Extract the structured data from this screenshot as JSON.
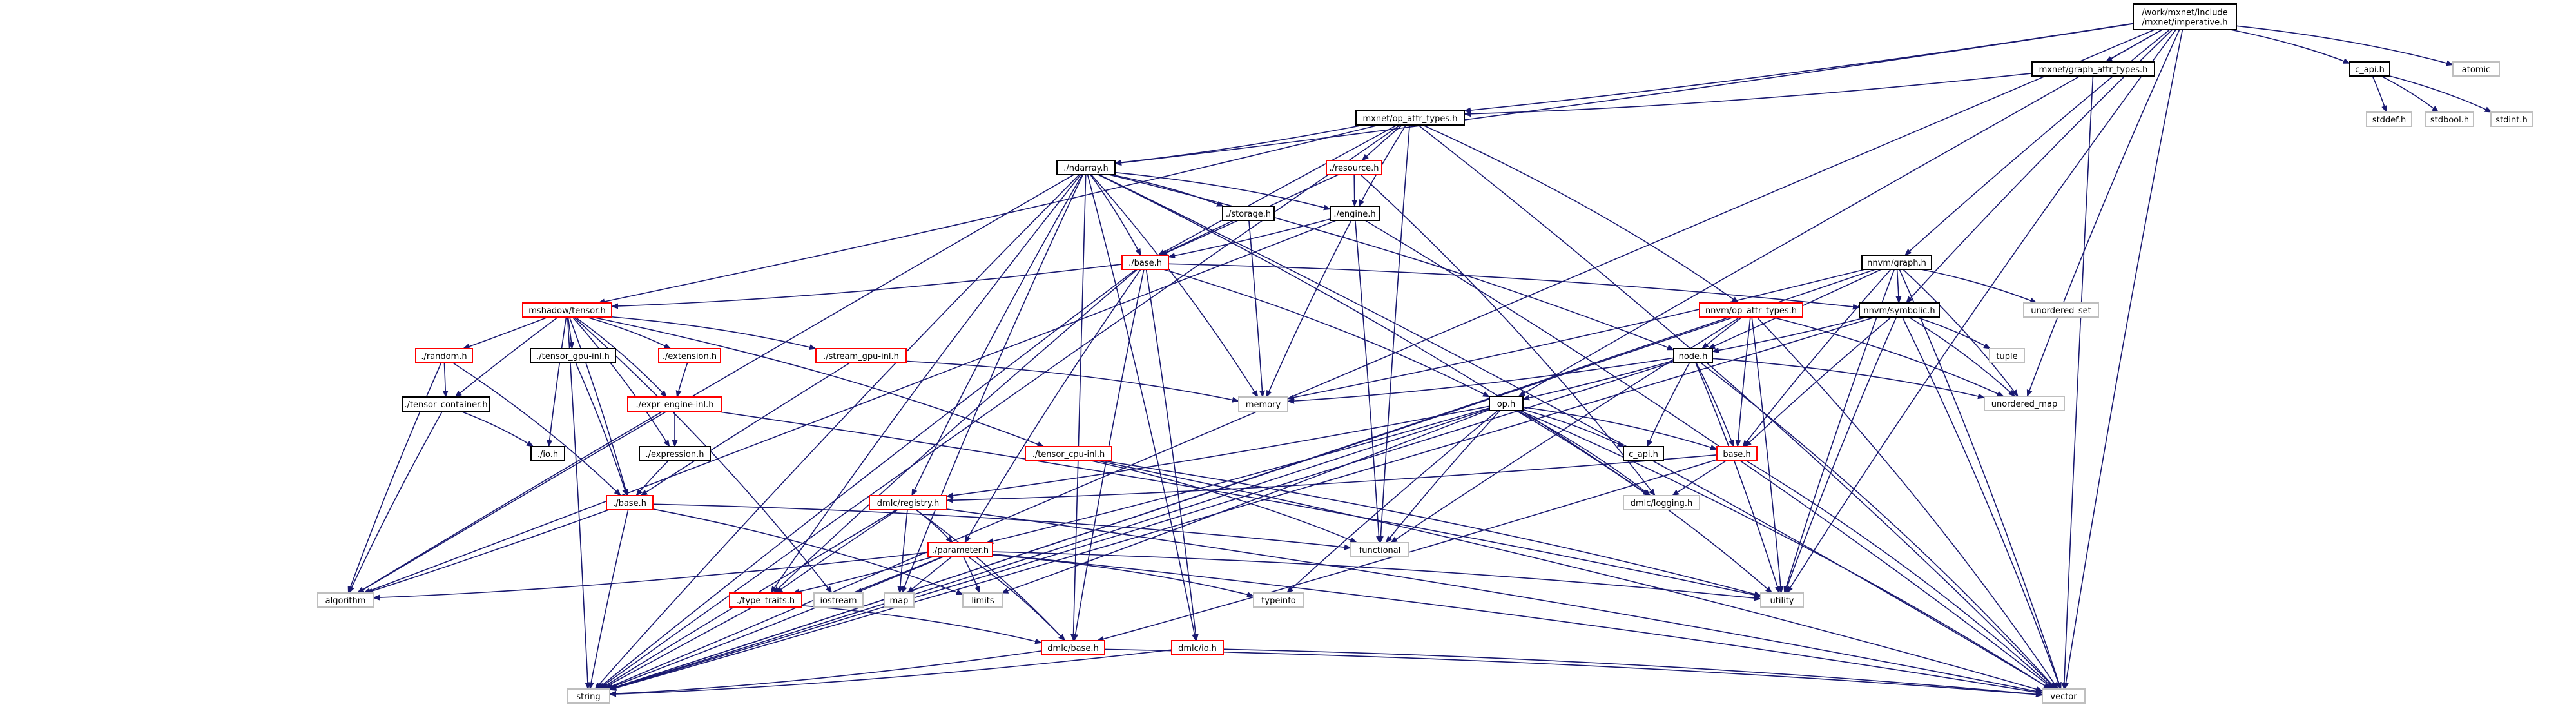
{
  "colors": {
    "edge": "#191970",
    "border_normal": "#000000",
    "border_truncated": "#ff0000",
    "border_external": "#bfbfbf",
    "root_fill": "#bfbfbf"
  },
  "nodes": [
    {
      "id": "imperative",
      "label": "/work/mxnet/include\n/mxnet/imperative.h",
      "kind": "root"
    },
    {
      "id": "graph_attr",
      "label": "mxnet/graph_attr_types.h",
      "kind": "normal"
    },
    {
      "id": "c_api_top",
      "label": "c_api.h",
      "kind": "normal"
    },
    {
      "id": "atomic",
      "label": "atomic",
      "kind": "external"
    },
    {
      "id": "stddef",
      "label": "stddef.h",
      "kind": "external"
    },
    {
      "id": "stdbool",
      "label": "stdbool.h",
      "kind": "external"
    },
    {
      "id": "stdint",
      "label": "stdint.h",
      "kind": "external"
    },
    {
      "id": "mx_op_attr",
      "label": "mxnet/op_attr_types.h",
      "kind": "normal"
    },
    {
      "id": "ndarray",
      "label": "./ndarray.h",
      "kind": "normal"
    },
    {
      "id": "resource",
      "label": "./resource.h",
      "kind": "truncated"
    },
    {
      "id": "storage",
      "label": "./storage.h",
      "kind": "normal"
    },
    {
      "id": "engine",
      "label": "./engine.h",
      "kind": "normal"
    },
    {
      "id": "base_top",
      "label": "./base.h",
      "kind": "truncated"
    },
    {
      "id": "nnvm_graph",
      "label": "nnvm/graph.h",
      "kind": "normal"
    },
    {
      "id": "nnvm_symbolic",
      "label": "nnvm/symbolic.h",
      "kind": "normal"
    },
    {
      "id": "nnvm_op_attr",
      "label": "nnvm/op_attr_types.h",
      "kind": "truncated"
    },
    {
      "id": "unordered_set",
      "label": "unordered_set",
      "kind": "external"
    },
    {
      "id": "tuple",
      "label": "tuple",
      "kind": "external"
    },
    {
      "id": "unordered_map",
      "label": "unordered_map",
      "kind": "external"
    },
    {
      "id": "node_h",
      "label": "node.h",
      "kind": "normal"
    },
    {
      "id": "op_h",
      "label": "op.h",
      "kind": "normal"
    },
    {
      "id": "c_api_mid",
      "label": "c_api.h",
      "kind": "normal"
    },
    {
      "id": "base_nnvm",
      "label": "base.h",
      "kind": "truncated"
    },
    {
      "id": "dmlc_logging",
      "label": "dmlc/logging.h",
      "kind": "external"
    },
    {
      "id": "mshadow_tensor",
      "label": "mshadow/tensor.h",
      "kind": "truncated"
    },
    {
      "id": "random",
      "label": "./random.h",
      "kind": "truncated"
    },
    {
      "id": "tensor_gpu_inl",
      "label": "./tensor_gpu-inl.h",
      "kind": "normal"
    },
    {
      "id": "extension",
      "label": "./extension.h",
      "kind": "truncated"
    },
    {
      "id": "stream_gpu_inl",
      "label": "./stream_gpu-inl.h",
      "kind": "truncated"
    },
    {
      "id": "tensor_container",
      "label": "./tensor_container.h",
      "kind": "normal"
    },
    {
      "id": "expr_engine",
      "label": "./expr_engine-inl.h",
      "kind": "truncated"
    },
    {
      "id": "io_h",
      "label": "./io.h",
      "kind": "normal"
    },
    {
      "id": "expression",
      "label": "./expression.h",
      "kind": "normal"
    },
    {
      "id": "tensor_cpu_inl",
      "label": "./tensor_cpu-inl.h",
      "kind": "truncated"
    },
    {
      "id": "base_mshadow",
      "label": "./base.h",
      "kind": "truncated"
    },
    {
      "id": "dmlc_registry",
      "label": "dmlc/registry.h",
      "kind": "truncated"
    },
    {
      "id": "parameter",
      "label": "./parameter.h",
      "kind": "truncated"
    },
    {
      "id": "type_traits",
      "label": "./type_traits.h",
      "kind": "truncated"
    },
    {
      "id": "dmlc_base",
      "label": "dmlc/base.h",
      "kind": "truncated"
    },
    {
      "id": "dmlc_io",
      "label": "dmlc/io.h",
      "kind": "truncated"
    },
    {
      "id": "memory",
      "label": "memory",
      "kind": "external"
    },
    {
      "id": "functional",
      "label": "functional",
      "kind": "external"
    },
    {
      "id": "algorithm",
      "label": "algorithm",
      "kind": "external"
    },
    {
      "id": "iostream",
      "label": "iostream",
      "kind": "external"
    },
    {
      "id": "map",
      "label": "map",
      "kind": "external"
    },
    {
      "id": "limits",
      "label": "limits",
      "kind": "external"
    },
    {
      "id": "typeinfo",
      "label": "typeinfo",
      "kind": "external"
    },
    {
      "id": "utility",
      "label": "utility",
      "kind": "external"
    },
    {
      "id": "string",
      "label": "string",
      "kind": "external"
    },
    {
      "id": "vector",
      "label": "vector",
      "kind": "external"
    }
  ],
  "edges": [
    [
      "imperative",
      "graph_attr"
    ],
    [
      "imperative",
      "c_api_top"
    ],
    [
      "imperative",
      "atomic"
    ],
    [
      "imperative",
      "mx_op_attr"
    ],
    [
      "imperative",
      "ndarray"
    ],
    [
      "imperative",
      "nnvm_graph"
    ],
    [
      "imperative",
      "nnvm_symbolic"
    ],
    [
      "imperative",
      "op_h"
    ],
    [
      "imperative",
      "unordered_map"
    ],
    [
      "imperative",
      "utility"
    ],
    [
      "imperative",
      "vector"
    ],
    [
      "imperative",
      "string"
    ],
    [
      "c_api_top",
      "stddef"
    ],
    [
      "c_api_top",
      "stdbool"
    ],
    [
      "c_api_top",
      "stdint"
    ],
    [
      "graph_attr",
      "mx_op_attr"
    ],
    [
      "graph_attr",
      "vector"
    ],
    [
      "mx_op_attr",
      "ndarray"
    ],
    [
      "mx_op_attr",
      "resource"
    ],
    [
      "mx_op_attr",
      "engine"
    ],
    [
      "mx_op_attr",
      "base_top"
    ],
    [
      "mx_op_attr",
      "nnvm_op_attr"
    ],
    [
      "mx_op_attr",
      "mshadow_tensor"
    ],
    [
      "mx_op_attr",
      "functional"
    ],
    [
      "mx_op_attr",
      "string"
    ],
    [
      "mx_op_attr",
      "vector"
    ],
    [
      "ndarray",
      "storage"
    ],
    [
      "ndarray",
      "engine"
    ],
    [
      "ndarray",
      "base_top"
    ],
    [
      "ndarray",
      "memory"
    ],
    [
      "ndarray",
      "node_h"
    ],
    [
      "ndarray",
      "dmlc_registry"
    ],
    [
      "ndarray",
      "dmlc_io"
    ],
    [
      "ndarray",
      "dmlc_base"
    ],
    [
      "ndarray",
      "algorithm"
    ],
    [
      "ndarray",
      "map"
    ],
    [
      "ndarray",
      "type_traits"
    ],
    [
      "ndarray",
      "string"
    ],
    [
      "ndarray",
      "vector"
    ],
    [
      "ndarray",
      "dmlc_logging"
    ],
    [
      "resource",
      "engine"
    ],
    [
      "resource",
      "base_top"
    ],
    [
      "resource",
      "dmlc_logging"
    ],
    [
      "storage",
      "base_top"
    ],
    [
      "storage",
      "memory"
    ],
    [
      "engine",
      "base_top"
    ],
    [
      "engine",
      "memory"
    ],
    [
      "engine",
      "functional"
    ],
    [
      "engine",
      "vector"
    ],
    [
      "engine",
      "algorithm"
    ],
    [
      "base_top",
      "mshadow_tensor"
    ],
    [
      "base_top",
      "nnvm_symbolic"
    ],
    [
      "base_top",
      "op_h"
    ],
    [
      "base_top",
      "parameter"
    ],
    [
      "base_top",
      "dmlc_base"
    ],
    [
      "base_top",
      "dmlc_io"
    ],
    [
      "base_top",
      "type_traits"
    ],
    [
      "base_top",
      "string"
    ],
    [
      "nnvm_graph",
      "nnvm_symbolic"
    ],
    [
      "nnvm_graph",
      "node_h"
    ],
    [
      "nnvm_graph",
      "base_nnvm"
    ],
    [
      "nnvm_graph",
      "unordered_set"
    ],
    [
      "nnvm_graph",
      "unordered_map"
    ],
    [
      "nnvm_graph",
      "vector"
    ],
    [
      "nnvm_graph",
      "memory"
    ],
    [
      "nnvm_graph",
      "string"
    ],
    [
      "nnvm_graph",
      "utility"
    ],
    [
      "nnvm_symbolic",
      "node_h"
    ],
    [
      "nnvm_symbolic",
      "tuple"
    ],
    [
      "nnvm_symbolic",
      "unordered_map"
    ],
    [
      "nnvm_symbolic",
      "vector"
    ],
    [
      "nnvm_symbolic",
      "base_nnvm"
    ],
    [
      "nnvm_symbolic",
      "utility"
    ],
    [
      "nnvm_symbolic",
      "string"
    ],
    [
      "nnvm_op_attr",
      "node_h"
    ],
    [
      "nnvm_op_attr",
      "base_nnvm"
    ],
    [
      "nnvm_op_attr",
      "unordered_map"
    ],
    [
      "nnvm_op_attr",
      "vector"
    ],
    [
      "nnvm_op_attr",
      "utility"
    ],
    [
      "nnvm_op_attr",
      "functional"
    ],
    [
      "nnvm_op_attr",
      "string"
    ],
    [
      "node_h",
      "op_h"
    ],
    [
      "node_h",
      "c_api_mid"
    ],
    [
      "node_h",
      "base_nnvm"
    ],
    [
      "node_h",
      "memory"
    ],
    [
      "node_h",
      "unordered_map"
    ],
    [
      "node_h",
      "vector"
    ],
    [
      "node_h",
      "utility"
    ],
    [
      "node_h",
      "string"
    ],
    [
      "op_h",
      "c_api_mid"
    ],
    [
      "op_h",
      "base_nnvm"
    ],
    [
      "op_h",
      "dmlc_registry"
    ],
    [
      "op_h",
      "parameter"
    ],
    [
      "op_h",
      "functional"
    ],
    [
      "op_h",
      "limits"
    ],
    [
      "op_h",
      "typeinfo"
    ],
    [
      "op_h",
      "utility"
    ],
    [
      "op_h",
      "vector"
    ],
    [
      "op_h",
      "string"
    ],
    [
      "op_h",
      "dmlc_logging"
    ],
    [
      "base_nnvm",
      "dmlc_registry"
    ],
    [
      "base_nnvm",
      "dmlc_logging"
    ],
    [
      "base_nnvm",
      "dmlc_base"
    ],
    [
      "base_nnvm",
      "vector"
    ],
    [
      "mshadow_tensor",
      "random"
    ],
    [
      "mshadow_tensor",
      "tensor_gpu_inl"
    ],
    [
      "mshadow_tensor",
      "extension"
    ],
    [
      "mshadow_tensor",
      "stream_gpu_inl"
    ],
    [
      "mshadow_tensor",
      "tensor_container"
    ],
    [
      "mshadow_tensor",
      "expr_engine"
    ],
    [
      "mshadow_tensor",
      "io_h"
    ],
    [
      "mshadow_tensor",
      "expression"
    ],
    [
      "mshadow_tensor",
      "tensor_cpu_inl"
    ],
    [
      "mshadow_tensor",
      "base_mshadow"
    ],
    [
      "mshadow_tensor",
      "string"
    ],
    [
      "mshadow_tensor",
      "iostream"
    ],
    [
      "random",
      "tensor_container"
    ],
    [
      "random",
      "base_mshadow"
    ],
    [
      "random",
      "algorithm"
    ],
    [
      "tensor_gpu_inl",
      "base_mshadow"
    ],
    [
      "extension",
      "expr_engine"
    ],
    [
      "stream_gpu_inl",
      "memory"
    ],
    [
      "stream_gpu_inl",
      "base_mshadow"
    ],
    [
      "tensor_container",
      "io_h"
    ],
    [
      "tensor_container",
      "algorithm"
    ],
    [
      "expr_engine",
      "expression"
    ],
    [
      "expr_engine",
      "utility"
    ],
    [
      "expr_engine",
      "algorithm"
    ],
    [
      "expression",
      "base_mshadow"
    ],
    [
      "tensor_cpu_inl",
      "functional"
    ],
    [
      "tensor_cpu_inl",
      "utility"
    ],
    [
      "tensor_cpu_inl",
      "vector"
    ],
    [
      "base_mshadow",
      "functional"
    ],
    [
      "base_mshadow",
      "limits"
    ],
    [
      "base_mshadow",
      "algorithm"
    ],
    [
      "base_mshadow",
      "string"
    ],
    [
      "dmlc_registry",
      "parameter"
    ],
    [
      "dmlc_registry",
      "type_traits"
    ],
    [
      "dmlc_registry",
      "dmlc_base"
    ],
    [
      "dmlc_registry",
      "map"
    ],
    [
      "dmlc_registry",
      "string"
    ],
    [
      "dmlc_registry",
      "vector"
    ],
    [
      "parameter",
      "type_traits"
    ],
    [
      "parameter",
      "dmlc_base"
    ],
    [
      "parameter",
      "iostream"
    ],
    [
      "parameter",
      "map"
    ],
    [
      "parameter",
      "limits"
    ],
    [
      "parameter",
      "typeinfo"
    ],
    [
      "parameter",
      "utility"
    ],
    [
      "parameter",
      "algorithm"
    ],
    [
      "parameter",
      "string"
    ],
    [
      "parameter",
      "vector"
    ],
    [
      "type_traits",
      "dmlc_base"
    ],
    [
      "type_traits",
      "string"
    ],
    [
      "dmlc_base",
      "string"
    ],
    [
      "dmlc_base",
      "vector"
    ],
    [
      "dmlc_io",
      "string"
    ],
    [
      "dmlc_io",
      "vector"
    ]
  ]
}
